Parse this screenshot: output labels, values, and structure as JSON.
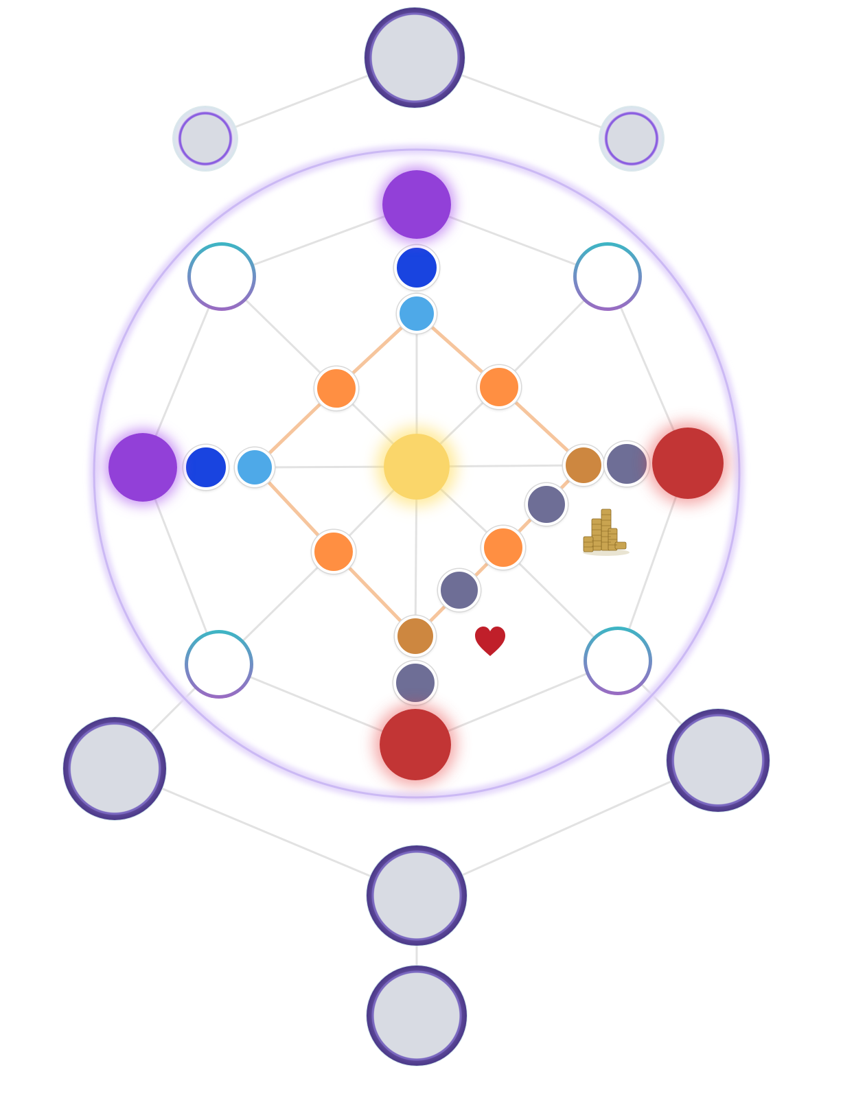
{
  "colors": {
    "link": "#e2e2e2",
    "path": "#f6c59d",
    "ring": "#d8ccf7",
    "orange": "#ff8f42",
    "brown": "#cd8740",
    "slate": "#6e6e96",
    "royal_blue": "#1944e0",
    "sky_blue": "#4ea9e8",
    "purple": "#9240d8",
    "red": "#c23535",
    "yellow": "#fad66a"
  },
  "nodes": [
    {
      "id": "center",
      "kind": "glow-yellow",
      "name": "center-node"
    },
    {
      "id": "top-sky",
      "kind": "dot",
      "color": "sky_blue",
      "name": "sky-blue-node"
    },
    {
      "id": "top-royal",
      "kind": "dot",
      "color": "royal_blue",
      "name": "royal-blue-node"
    },
    {
      "id": "top-purple",
      "kind": "glow-purple",
      "name": "purple-gem-node"
    },
    {
      "id": "left-sky",
      "kind": "dot",
      "color": "sky_blue",
      "name": "sky-blue-node"
    },
    {
      "id": "left-royal",
      "kind": "dot",
      "color": "royal_blue",
      "name": "royal-blue-node"
    },
    {
      "id": "left-purple",
      "kind": "glow-purple",
      "name": "purple-gem-node"
    },
    {
      "id": "orange-ul",
      "kind": "dot",
      "color": "orange",
      "name": "orange-node"
    },
    {
      "id": "orange-ur",
      "kind": "dot",
      "color": "orange",
      "name": "orange-node"
    },
    {
      "id": "orange-ll",
      "kind": "dot",
      "color": "orange",
      "name": "orange-node"
    },
    {
      "id": "orange-lr",
      "kind": "dot",
      "color": "orange",
      "name": "orange-node"
    },
    {
      "id": "bottom-brown",
      "kind": "dot",
      "color": "brown",
      "name": "brown-node"
    },
    {
      "id": "right-brown",
      "kind": "dot",
      "color": "brown",
      "name": "brown-node"
    },
    {
      "id": "bottom-slate",
      "kind": "dot",
      "color": "slate",
      "name": "slate-node"
    },
    {
      "id": "right-slate",
      "kind": "dot",
      "color": "slate",
      "name": "slate-node"
    },
    {
      "id": "mid-slate-1",
      "kind": "dot",
      "color": "slate",
      "name": "slate-node"
    },
    {
      "id": "mid-slate-2",
      "kind": "dot",
      "color": "slate",
      "name": "slate-node"
    },
    {
      "id": "bottom-red",
      "kind": "glow-red",
      "name": "red-gem-node"
    },
    {
      "id": "right-red",
      "kind": "glow-red",
      "name": "red-gem-node"
    },
    {
      "id": "ring-ul",
      "kind": "ring",
      "name": "empty-ring-node"
    },
    {
      "id": "ring-ur",
      "kind": "ring",
      "name": "empty-ring-node"
    },
    {
      "id": "ring-ll",
      "kind": "ring",
      "name": "empty-ring-node"
    },
    {
      "id": "ring-lr",
      "kind": "ring",
      "name": "empty-ring-node"
    },
    {
      "id": "slot-top",
      "kind": "slot",
      "name": "socket-slot-node"
    },
    {
      "id": "slot-tl",
      "kind": "slot-s",
      "name": "small-socket-slot-node"
    },
    {
      "id": "slot-tr",
      "kind": "slot-s",
      "name": "small-socket-slot-node"
    },
    {
      "id": "slot-bl",
      "kind": "slot",
      "name": "socket-slot-node"
    },
    {
      "id": "slot-br",
      "kind": "slot",
      "name": "socket-slot-node"
    },
    {
      "id": "slot-b1",
      "kind": "slot",
      "name": "socket-slot-node"
    },
    {
      "id": "slot-b2",
      "kind": "slot",
      "name": "socket-slot-node"
    }
  ],
  "icons": [
    {
      "id": "coins",
      "name": "coin-stack-icon"
    },
    {
      "id": "heart",
      "name": "heart-icon",
      "color": "#c01f2a"
    }
  ]
}
